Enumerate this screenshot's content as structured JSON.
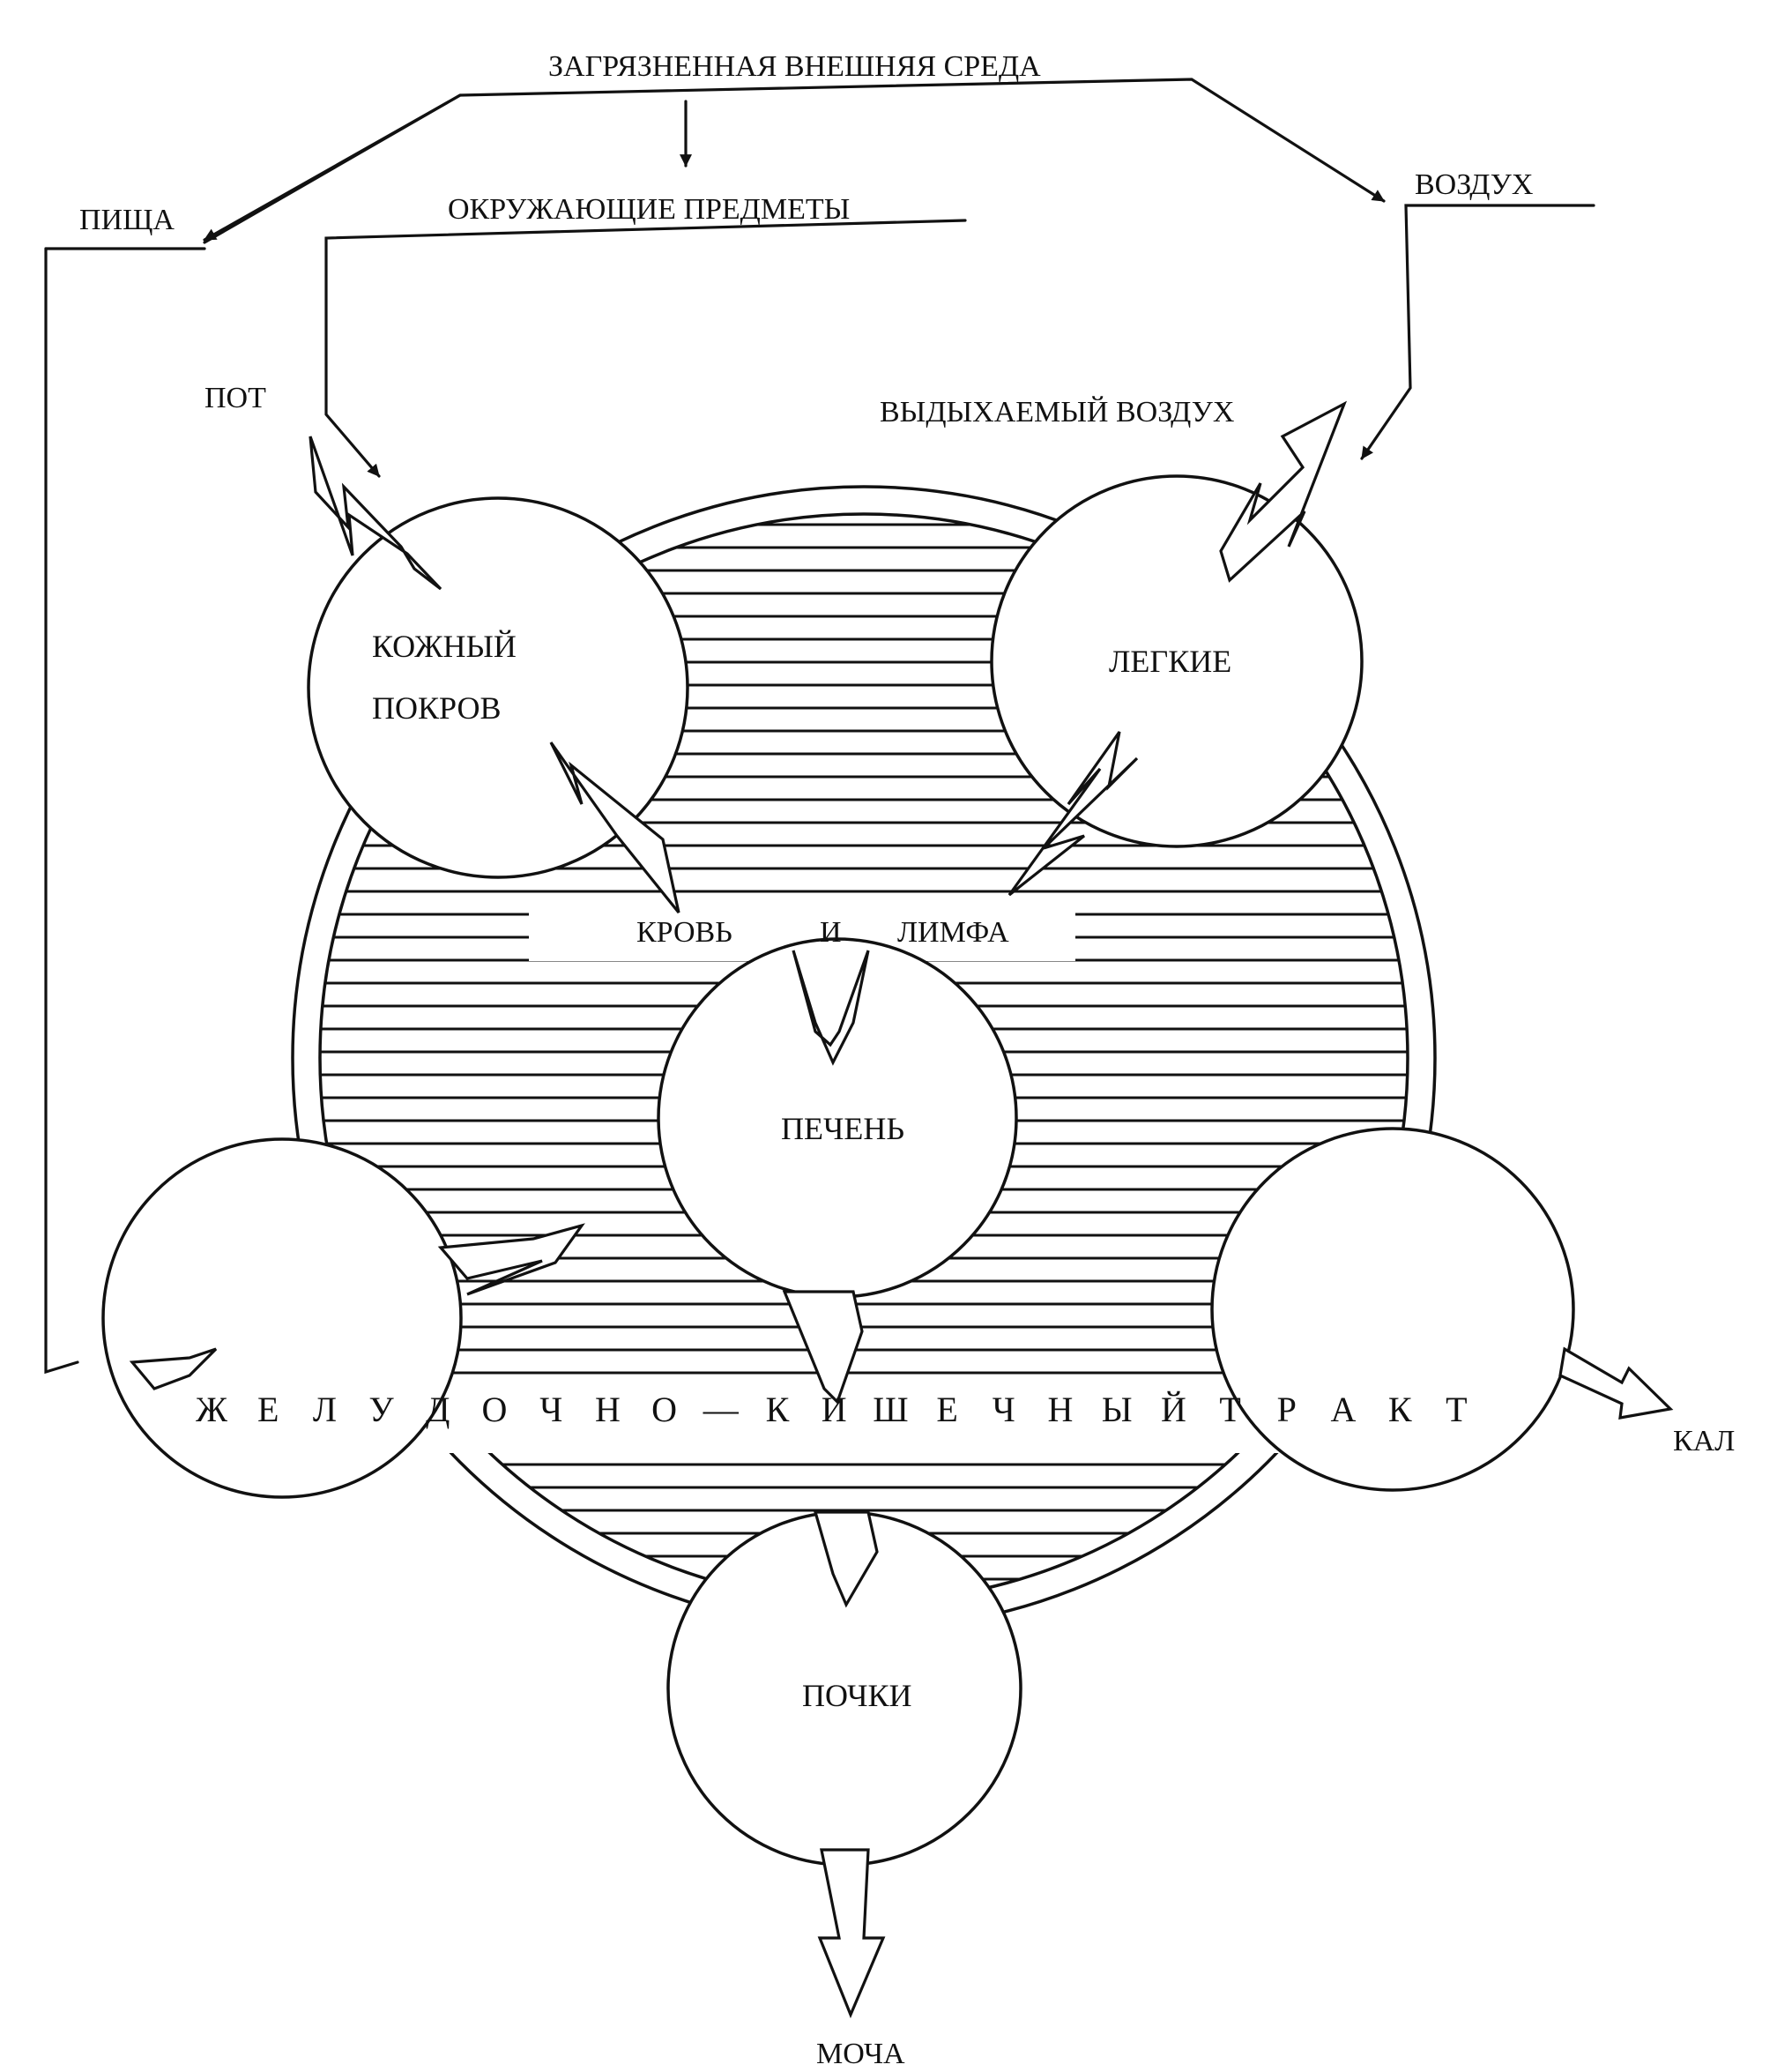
{
  "labels": {
    "env": "ЗАГРЯЗНЕННАЯ ВНЕШНЯЯ СРЕДА",
    "objects": "ОКРУЖАЮЩИЕ ПРЕДМЕТЫ",
    "food": "ПИЩА",
    "air": "ВОЗДУХ",
    "sweat": "ПОТ",
    "exhaled": "ВЫДЫХАЕМЫЙ ВОЗДУХ",
    "blood": "КРОВЬ",
    "and": "И",
    "lymph": "ЛИМФА",
    "feces": "КАЛ",
    "urine": "МОЧА"
  },
  "organs": {
    "skin_line1": "КОЖНЫЙ",
    "skin_line2": "ПОКРОВ",
    "lungs": "ЛЕГКИЕ",
    "liver": "ПЕЧЕНЬ",
    "kidneys": "ПОЧКИ"
  },
  "tract": [
    "Ж",
    "Е",
    "Л",
    "У",
    "Д",
    "О",
    "Ч",
    "Н",
    "О",
    "—",
    "К",
    "И",
    "Ш",
    "Е",
    "Ч",
    "Н",
    "Ы",
    "Й",
    "Т",
    "Р",
    "А",
    "К",
    "Т"
  ],
  "colors": {
    "ink": "#111111",
    "paper": "#ffffff"
  }
}
